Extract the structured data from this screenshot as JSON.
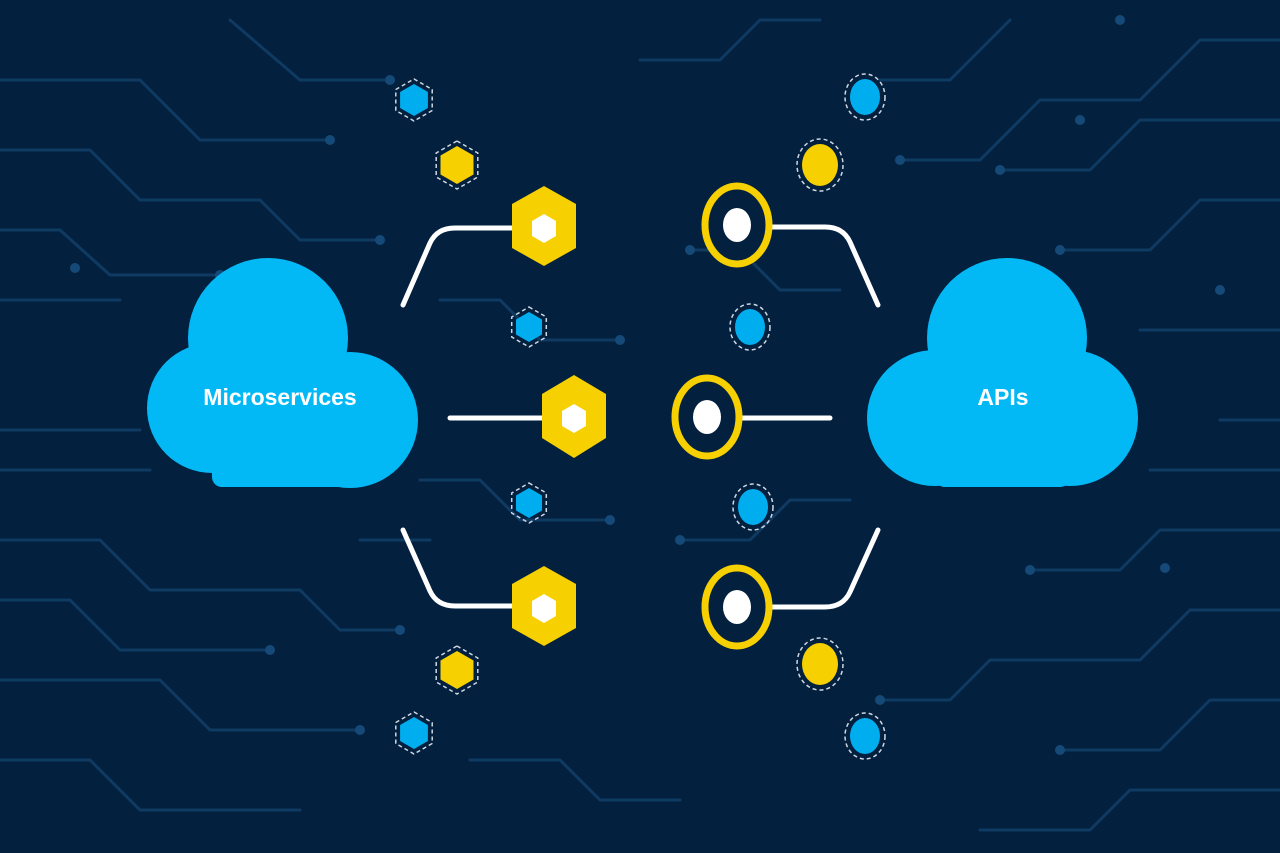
{
  "colors": {
    "background": "#03203f",
    "circuit_trace": "#0f3a62",
    "circuit_trace_light": "#154a78",
    "cloud": "#03b9f5",
    "connector_yellow": "#f6d000",
    "connector_line": "#ffffff",
    "dot_blue": "#00aef0",
    "dot_outline": "#cfd8e3"
  },
  "diagram": {
    "left_cloud": {
      "label": "Microservices",
      "icon": "cloud-icon"
    },
    "right_cloud": {
      "label": "APIs",
      "icon": "cloud-icon"
    },
    "links": [
      {
        "name": "top",
        "left_icon": "hexagon-plug-icon",
        "right_icon": "ring-socket-icon"
      },
      {
        "name": "middle",
        "left_icon": "hexagon-plug-icon",
        "right_icon": "ring-socket-icon"
      },
      {
        "name": "bottom",
        "left_icon": "hexagon-plug-icon",
        "right_icon": "ring-socket-icon"
      }
    ],
    "decorations": {
      "left_dots_shape": "hexagon",
      "right_dots_shape": "circle"
    }
  }
}
